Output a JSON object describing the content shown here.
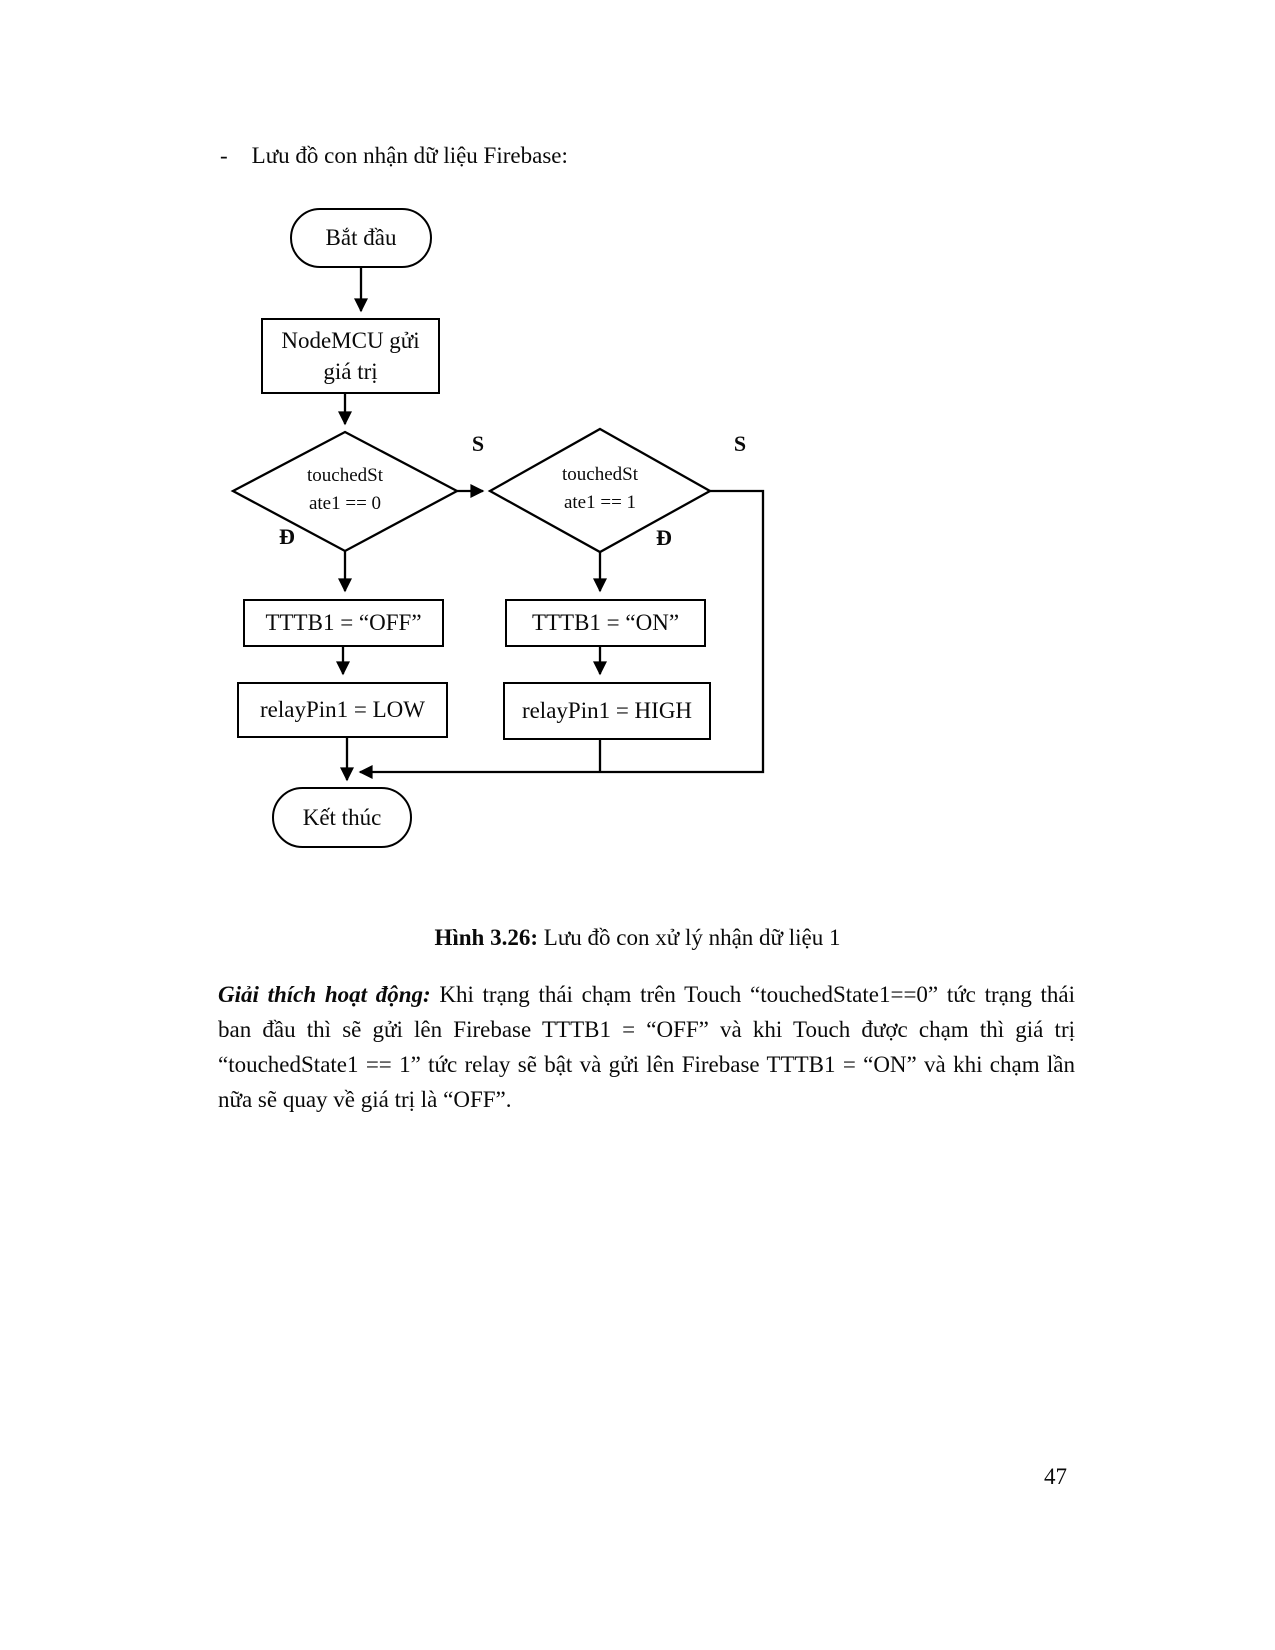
{
  "page": {
    "bullet_dash": "-",
    "bullet_text": "Lưu đồ con nhận dữ liệu Firebase:",
    "number": "47"
  },
  "flowchart": {
    "nodes": {
      "start": "Bắt đầu",
      "send": "NodeMCU gửi giá trị",
      "decision1_line1": "touchedSt",
      "decision1_line2": "ate1 == 0",
      "decision2_line1": "touchedSt",
      "decision2_line2": "ate1 == 1",
      "off": "TTTB1 = “OFF”",
      "low": "relayPin1 = LOW",
      "on": "TTTB1 = “ON”",
      "high": "relayPin1 = HIGH",
      "end": "Kết thúc"
    },
    "labels": {
      "s1": "S",
      "s2": "S",
      "d1": "Đ",
      "d2": "Đ"
    },
    "colors": {
      "stroke": "#000000",
      "fill": "#ffffff"
    }
  },
  "caption": {
    "bold": "Hình 3.26:",
    "text": " Lưu đồ con xử lý nhận dữ liệu 1"
  },
  "explanation": {
    "lead": "Giải thích hoạt động:",
    "text": " Khi trạng thái chạm trên Touch “touchedState1==0” tức trạng thái ban đầu thì sẽ gửi lên Firebase TTTB1 = “OFF” và khi Touch được chạm thì giá trị “touchedState1 == 1” tức relay sẽ bật và gửi lên Firebase TTTB1 = “ON” và khi chạm lần nữa sẽ quay về giá trị là “OFF”."
  }
}
